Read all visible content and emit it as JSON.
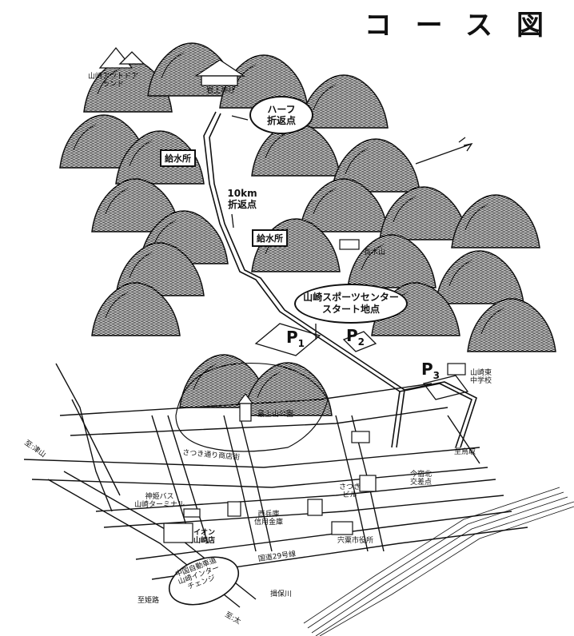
{
  "title": "コース図",
  "labels": {
    "yamasaki_outdoor": "山崎アウトドア\nランド",
    "iwagami_shrine": "岩上神社",
    "half_turn": "ハーフ\n折返点",
    "water_station_1": "給水所",
    "ten_km_turn": "10km\n折返点",
    "water_station_2": "給水所",
    "nagamizu_yama": "長水山",
    "start": "山崎スポーツセンター\nスタート地点",
    "p1": "P",
    "p1_sub": "1",
    "p2": "P",
    "p2_sub": "2",
    "p3": "P",
    "p3_sub": "3",
    "yamasaki_east_jhs": "山崎東\n中学校",
    "saijosan_park": "最上山公園",
    "to_tsuyama": "至:津山",
    "satsuki_street": "さつき通り商店街",
    "to_tottori": "至鳥取",
    "shinki_bus": "神姫バス\n山崎ターミナル",
    "nishi_hyogo_bank": "西兵庫\n信用金庫",
    "satsuki_building": "さつき\nビル",
    "imajuku_kita": "今宿北\n交差点",
    "aeon": "イオン\n山崎店",
    "shiso_city_hall": "宍粟市役所",
    "route29": "国道29号線",
    "chugoku_expressway": "中国自動車道\n山崎インター\nチェンジ",
    "to_himeji": "至姫路",
    "to_tatsuno": "至:太",
    "ibo_river": "揖保川"
  }
}
